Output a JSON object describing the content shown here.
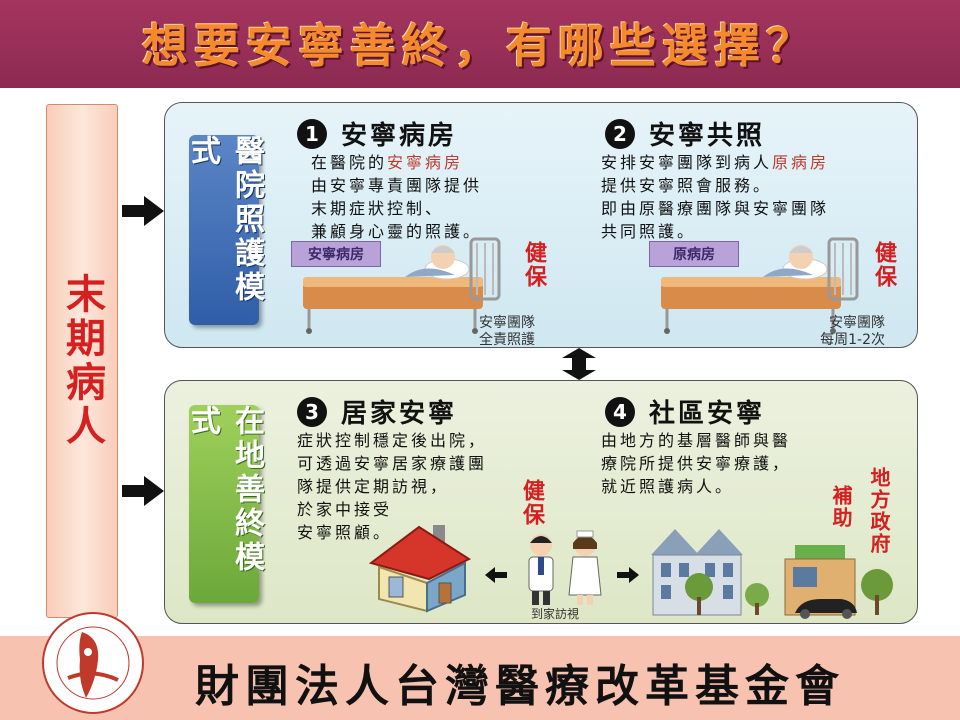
{
  "title": "想要安寧善終，有哪些選擇？",
  "patient_label": "末期病人",
  "panels": {
    "hospital": {
      "mode_label": "醫院照護模式",
      "sections": [
        {
          "number": "1",
          "title": "安寧病房",
          "lines": [
            "在醫院的",
            "安寧病房",
            "由安寧專責團隊提供",
            "末期症狀控制、",
            "兼顧身心靈的照護。"
          ],
          "tag": "安寧病房",
          "insurance": "健保",
          "caption_lines": [
            "安寧團隊",
            "全責照護"
          ]
        },
        {
          "number": "2",
          "title": "安寧共照",
          "lines": [
            "安排安寧團隊到病人",
            "原病房",
            "提供安寧照會服務。",
            "即由原醫療團隊與安寧團隊",
            "共同照護。"
          ],
          "tag": "原病房",
          "insurance": "健保",
          "caption_lines": [
            "安寧團隊",
            "每周1-2次"
          ]
        }
      ]
    },
    "community": {
      "mode_label": "在地善終模式",
      "sections": [
        {
          "number": "3",
          "title": "居家安寧",
          "lines": [
            "症狀控制穩定後出院，",
            "可透過安寧居家療護團",
            "隊提供定期訪視，",
            "於家中接受",
            "安寧照顧。"
          ],
          "insurance": "健保",
          "visit_caption": "到家訪視"
        },
        {
          "number": "4",
          "title": "社區安寧",
          "lines": [
            "由地方的基層醫師與醫",
            "療院所提供安寧療護，",
            "就近照護病人。"
          ],
          "funding": [
            "補助",
            "地方政府"
          ]
        }
      ]
    }
  },
  "footer": {
    "name": "財團法人台灣醫療改革基金會"
  },
  "colors": {
    "header_bg": "#9b305a",
    "title": "#f58a2c",
    "accent_red": "#d42020",
    "hospital_panel": "#d9edf5",
    "community_panel": "#e4ecd2",
    "footer_bg": "#f7c2b0"
  }
}
